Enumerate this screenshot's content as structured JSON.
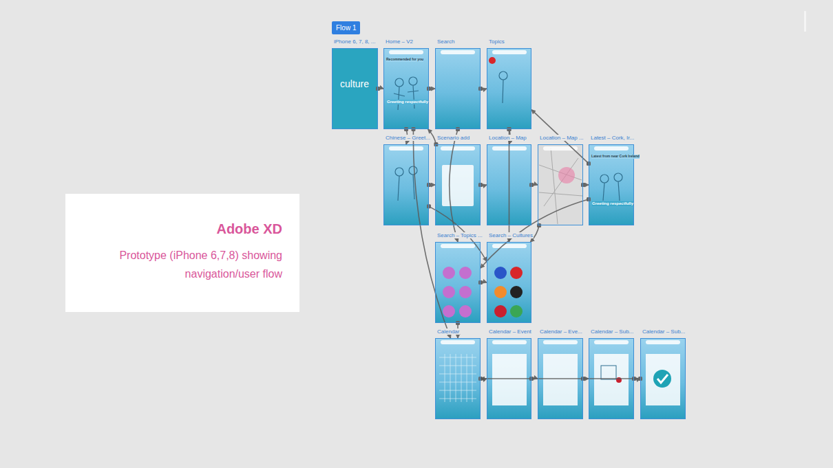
{
  "diagram": {
    "nodes": [
      {
        "text": [
          "iPhone 6, 7, 8, ...",
          "culture"
        ]
      },
      {
        "text": [
          "Home – V2",
          "Recommended for you",
          "Greeting respectfully"
        ]
      },
      {
        "text": [
          "Search"
        ]
      },
      {
        "text": [
          "Topics"
        ]
      },
      {
        "text": [
          "Chinese – Greet..."
        ]
      },
      {
        "text": [
          "Scenario add"
        ]
      },
      {
        "text": [
          "Location – Map"
        ]
      },
      {
        "text": [
          "Location – Map ..."
        ]
      },
      {
        "text": [
          "Latest – Cork, Ir...",
          "Latest from near Cork Ireland",
          "Greeting respectfully"
        ]
      },
      {
        "text": [
          "Search – Topics ..."
        ]
      },
      {
        "text": [
          "Search – Cultures"
        ]
      },
      {
        "text": [
          "Calendar"
        ]
      },
      {
        "text": [
          "Calendar – Event"
        ]
      },
      {
        "text": [
          "Calendar – Eve..."
        ]
      },
      {
        "text": [
          "Calendar – Sub..."
        ]
      },
      {
        "text": [
          "Calendar – Sub..."
        ]
      },
      {
        "text": [
          "Adobe XD",
          "Prototype (iPhone 6,7,8) showing navigation/user flow"
        ]
      }
    ],
    "edges": [
      {
        "from": 0,
        "to": 1,
        "arrow": "to"
      },
      {
        "from": 1,
        "to": 2,
        "arrow": "to"
      },
      {
        "from": 2,
        "to": 3,
        "arrow": "to"
      },
      {
        "from": 1,
        "to": 4,
        "arrow": "to"
      },
      {
        "from": 4,
        "to": 5,
        "arrow": "to"
      },
      {
        "from": 5,
        "to": 6,
        "arrow": "to"
      },
      {
        "from": 6,
        "to": 7,
        "arrow": "to"
      },
      {
        "from": 7,
        "to": 8,
        "arrow": "to"
      },
      {
        "from": 2,
        "to": 9,
        "arrow": "to"
      },
      {
        "from": 9,
        "to": 10,
        "arrow": "to"
      },
      {
        "from": 9,
        "to": 11,
        "arrow": "to"
      },
      {
        "from": 11,
        "to": 12,
        "arrow": "to"
      },
      {
        "from": 12,
        "to": 13,
        "arrow": "to"
      },
      {
        "from": 13,
        "to": 14,
        "arrow": "to"
      },
      {
        "from": 14,
        "to": 15,
        "arrow": "to"
      },
      {
        "from": 3,
        "to": 6,
        "arrow": "to"
      },
      {
        "from": 8,
        "to": 3,
        "arrow": "to"
      },
      {
        "from": 1,
        "to": 11,
        "arrow": "to"
      },
      {
        "from": 4,
        "to": 10,
        "arrow": "to"
      },
      {
        "from": 3,
        "to": 10,
        "arrow": "to"
      },
      {
        "from": 8,
        "to": 9,
        "arrow": "to"
      },
      {
        "from": 7,
        "to": 10,
        "arrow": "to"
      },
      {
        "from": 15,
        "to": 11,
        "arrow": "to"
      },
      {
        "from": 5,
        "to": 1,
        "arrow": "to"
      }
    ],
    "labels": [
      "Flow 1"
    ]
  }
}
